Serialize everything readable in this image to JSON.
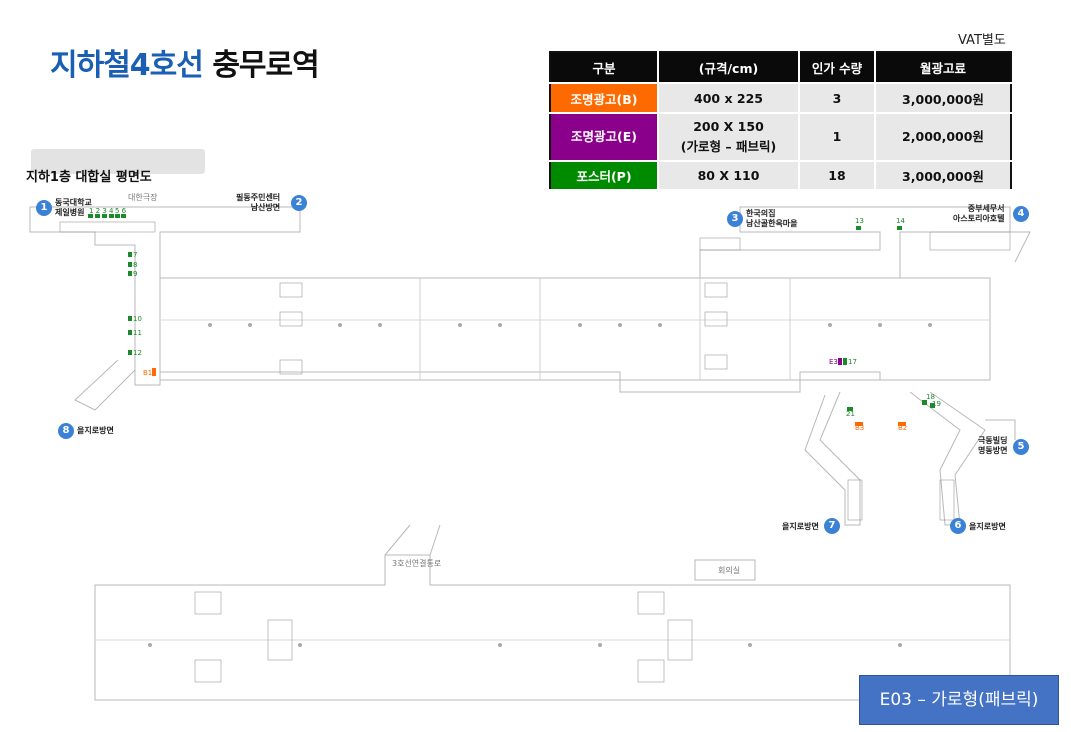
{
  "title": {
    "line": "지하철4호선",
    "station": "충무로역"
  },
  "vat_note": "VAT별도",
  "price_table": {
    "headers": [
      "구분",
      "(규격/cm)",
      "인가 수량",
      "월광고료"
    ],
    "rows": [
      {
        "category": "조명광고(B)",
        "color": "#ff6a00",
        "size_line1": "400 x 225",
        "size_line2": "",
        "qty": "3",
        "fee": "3,000,000원"
      },
      {
        "category": "조명광고(E)",
        "color": "#8b008b",
        "size_line1": "200 X 150",
        "size_line2": "(가로형 – 패브릭)",
        "qty": "1",
        "fee": "2,000,000원"
      },
      {
        "category": "포스터(P)",
        "color": "#008a00",
        "size_line1": "80 X 110",
        "size_line2": "",
        "qty": "18",
        "fee": "3,000,000원"
      }
    ]
  },
  "plan_label": "지하1층 대합실 평면도",
  "exits": [
    {
      "num": "1",
      "label": "동국대학교\n제일병원"
    },
    {
      "num": "2",
      "label": "필동주민센터\n남산방면"
    },
    {
      "num": "3",
      "label": "한국의집\n남산골한옥마을"
    },
    {
      "num": "4",
      "label": "중부세무서\n아스토리아호텔"
    },
    {
      "num": "5",
      "label": "극동빌딩\n명동방면"
    },
    {
      "num": "6",
      "label": "을지로방면"
    },
    {
      "num": "7",
      "label": "을지로방면"
    },
    {
      "num": "8",
      "label": "을지로방면"
    }
  ],
  "plan_texts": {
    "daehan": "대한극장",
    "line3": "3호선연결통로",
    "meeting": "회의실"
  },
  "markers": {
    "posters": [
      "1",
      "2",
      "3",
      "4",
      "5",
      "6",
      "7",
      "8",
      "9",
      "10",
      "11",
      "12",
      "13",
      "14",
      "17",
      "18",
      "19",
      "21"
    ],
    "lit_b": [
      "B1",
      "B2",
      "B3"
    ],
    "lit_e": [
      "E3"
    ]
  },
  "footer_label": "E03 – 가로형(패브릭)"
}
